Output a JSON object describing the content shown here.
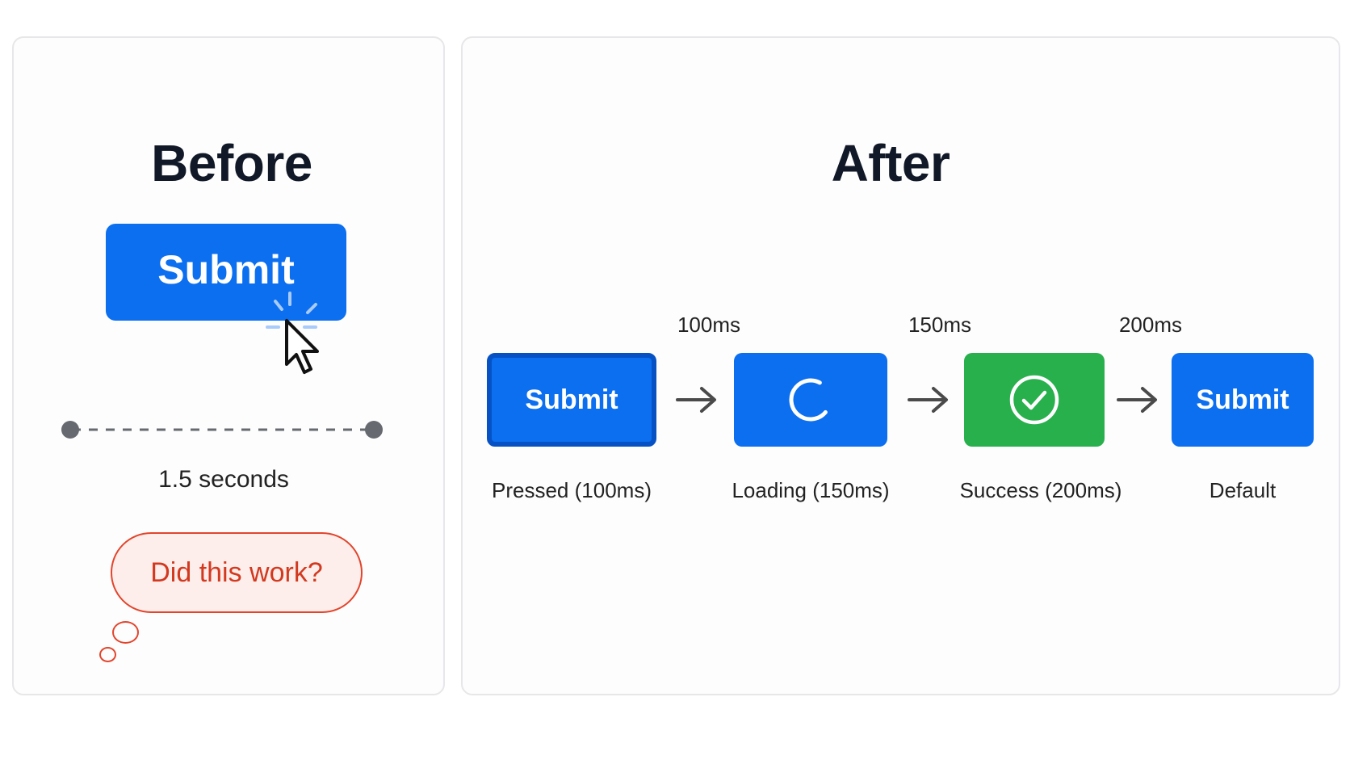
{
  "before": {
    "title": "Before",
    "button_label": "Submit",
    "duration": "1.5 seconds",
    "thought": "Did this work?",
    "icons": [
      "cursor-arrow-icon",
      "click-burst-icon"
    ]
  },
  "after": {
    "title": "After",
    "timings": [
      "100ms",
      "150ms",
      "200ms"
    ],
    "states": [
      {
        "button": "Submit",
        "label": "Pressed (100ms)",
        "icon": ""
      },
      {
        "button": "",
        "label": "Loading (150ms)",
        "icon": "spinner-icon"
      },
      {
        "button": "",
        "label": "Success (200ms)",
        "icon": "check-circle-icon"
      },
      {
        "button": "Submit",
        "label": "Default",
        "icon": ""
      }
    ]
  },
  "colors": {
    "primary_blue": "#0b6ff0",
    "pressed_border": "#0652c4",
    "success_green": "#27b04c",
    "alert_red": "#e2452c",
    "bubble_fill": "#fdeeec",
    "title_text": "#111827"
  }
}
